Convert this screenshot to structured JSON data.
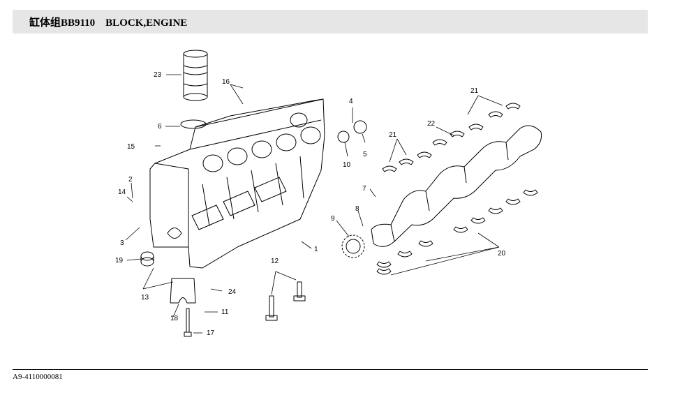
{
  "header": {
    "title": "缸体组BB9110    BLOCK,ENGINE"
  },
  "diagram": {
    "callouts": [
      "23",
      "16",
      "6",
      "15",
      "2",
      "14",
      "3",
      "19",
      "13",
      "18",
      "17",
      "11",
      "24",
      "12",
      "1",
      "4",
      "5",
      "10",
      "9",
      "8",
      "7",
      "21",
      "22",
      "21",
      "20"
    ]
  },
  "footer": {
    "doc_code": "A9-4110000081"
  }
}
